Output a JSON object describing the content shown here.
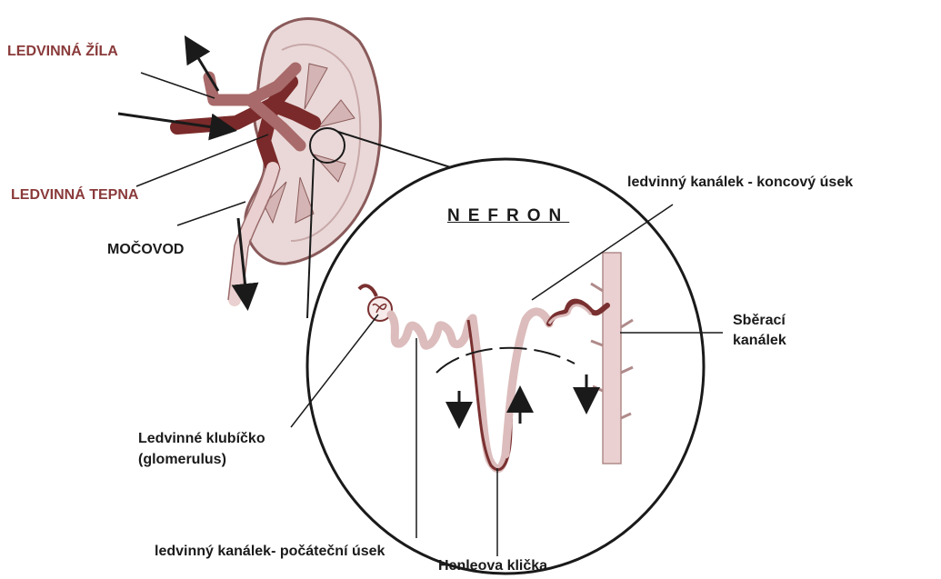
{
  "labels": {
    "renal_vein": "LEDVINNÁ ŽÍLA",
    "renal_artery": "LEDVINNÁ TEPNA",
    "ureter": "MOČOVOD",
    "nephron_title": "NEFRON",
    "distal_tubule": "ledvinný kanálek - koncový úsek",
    "collecting_duct_line1": "Sběrací",
    "collecting_duct_line2": "kanálek",
    "glomerulus_line1": "Ledvinné klubíčko",
    "glomerulus_line2": "(glomerulus)",
    "proximal_tubule": "ledvinný kanálek- počáteční úsek",
    "loop_of_henle": "Henleova klička"
  },
  "colors": {
    "artery": "#7a2a2a",
    "vein": "#a86a6a",
    "kidney_fill": "#e8d4d4",
    "kidney_stroke": "#8a5a5a",
    "tubule_dark": "#7a3030",
    "tubule_light": "#dcbcbc",
    "label_red": "#8a3a3a",
    "text": "#1a1a1a"
  }
}
